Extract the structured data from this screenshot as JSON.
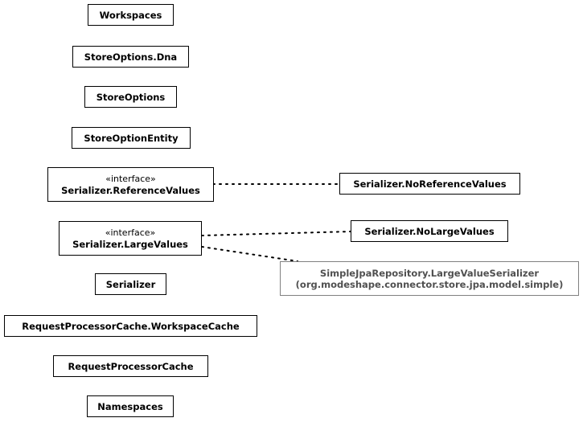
{
  "diagram": {
    "nodes": {
      "workspaces": {
        "label": "Workspaces"
      },
      "store_options_dna": {
        "label": "StoreOptions.Dna"
      },
      "store_options": {
        "label": "StoreOptions"
      },
      "store_option_entity": {
        "label": "StoreOptionEntity"
      },
      "serializer_reference_values": {
        "stereotype": "«interface»",
        "label": "Serializer.ReferenceValues"
      },
      "serializer_no_reference_values": {
        "label": "Serializer.NoReferenceValues"
      },
      "serializer_large_values": {
        "stereotype": "«interface»",
        "label": "Serializer.LargeValues"
      },
      "serializer_no_large_values": {
        "label": "Serializer.NoLargeValues"
      },
      "large_value_serializer": {
        "label": "SimpleJpaRepository.LargeValueSerializer",
        "package": "(org.modeshape.connector.store.jpa.model.simple)"
      },
      "serializer": {
        "label": "Serializer"
      },
      "request_processor_cache_workspace_cache": {
        "label": "RequestProcessorCache.WorkspaceCache"
      },
      "request_processor_cache": {
        "label": "RequestProcessorCache"
      },
      "namespaces": {
        "label": "Namespaces"
      }
    },
    "edges": [
      {
        "from": "serializer_reference_values",
        "to": "serializer_no_reference_values",
        "style": "dotted"
      },
      {
        "from": "serializer_large_values",
        "to": "serializer_no_large_values",
        "style": "dotted"
      },
      {
        "from": "serializer_large_values",
        "to": "large_value_serializer",
        "style": "dotted"
      }
    ],
    "colors": {
      "border": "#000000",
      "external_border": "#808080",
      "external_text": "#505050",
      "edge": "#000000"
    }
  }
}
